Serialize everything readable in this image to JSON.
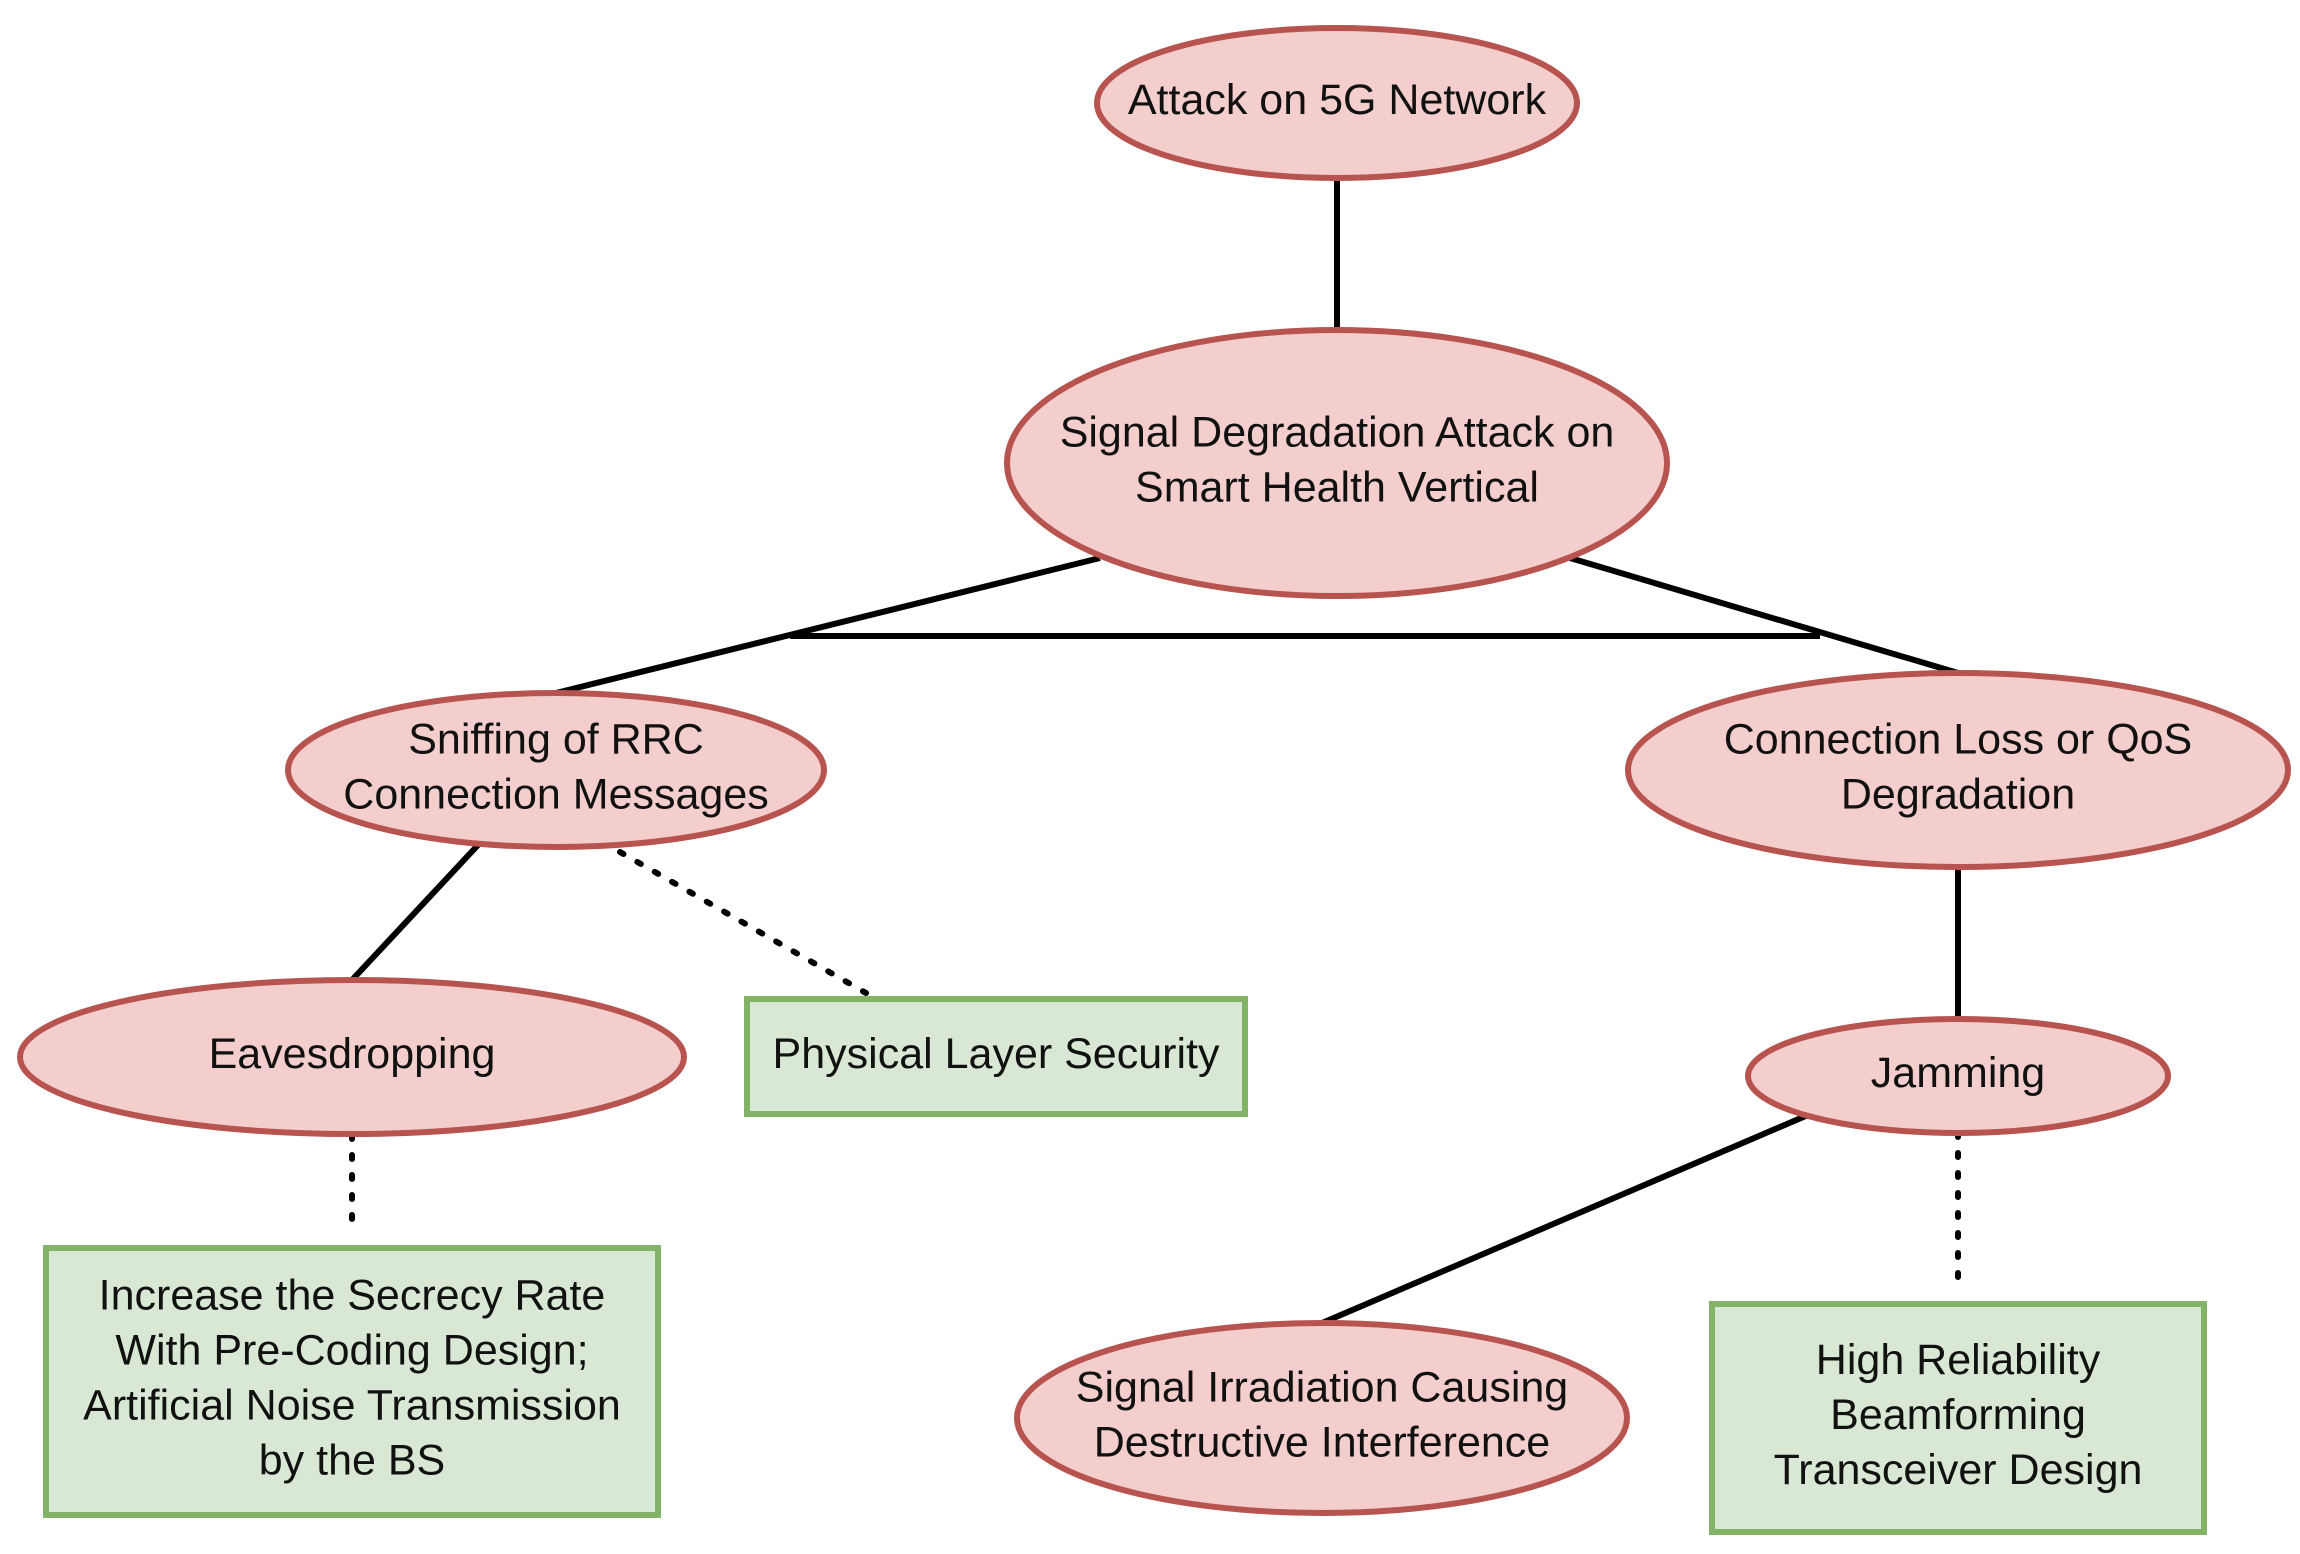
{
  "colors": {
    "attack_fill": "#f3cecc",
    "attack_stroke": "#b85450",
    "defense_fill": "#d9e8d4",
    "defense_stroke": "#82b366",
    "edge": "#000000"
  },
  "nodes": {
    "root": {
      "lines": [
        "Attack on 5G Network"
      ]
    },
    "signal_degradation": {
      "lines": [
        "Signal Degradation Attack on",
        "Smart Health Vertical"
      ]
    },
    "sniffing": {
      "lines": [
        "Sniffing of RRC",
        "Connection Messages"
      ]
    },
    "connection_loss": {
      "lines": [
        "Connection Loss or QoS",
        "Degradation"
      ]
    },
    "eavesdropping": {
      "lines": [
        "Eavesdropping"
      ]
    },
    "physical_layer_security": {
      "lines": [
        "Physical Layer Security"
      ]
    },
    "jamming": {
      "lines": [
        "Jamming"
      ]
    },
    "secrecy_rate": {
      "lines": [
        "Increase the Secrecy Rate",
        "With Pre-Coding Design;",
        "Artificial Noise Transmission",
        "by the BS"
      ]
    },
    "signal_irradiation": {
      "lines": [
        "Signal Irradiation Causing",
        "Destructive Interference"
      ]
    },
    "beamforming": {
      "lines": [
        "High Reliability",
        "Beamforming",
        "Transceiver Design"
      ]
    }
  }
}
